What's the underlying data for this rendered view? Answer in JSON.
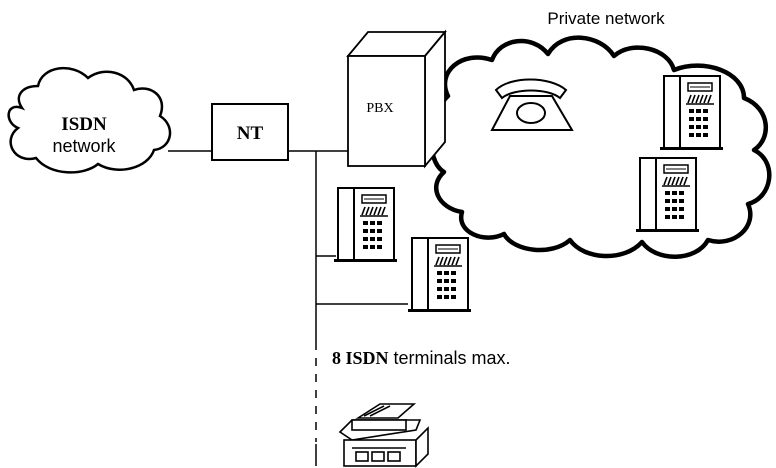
{
  "private_network": {
    "label": "Private network"
  },
  "isdn_cloud": {
    "title": "ISDN",
    "subtitle": "network"
  },
  "nt_box": {
    "label": "NT"
  },
  "pbx": {
    "label": "PBX"
  },
  "bus": {
    "label_bold": "8 ISDN",
    "label_rest": " terminals max."
  },
  "icons": {
    "isdn_cloud": "cloud-icon",
    "private_cloud": "cloud-icon",
    "pbx": "server-cabinet-icon",
    "rotary_phone": "telephone-icon",
    "isdn_phone": "isdn-phone-icon",
    "fax": "fax-machine-icon"
  },
  "colors": {
    "ink": "#000000",
    "paper": "#ffffff"
  }
}
